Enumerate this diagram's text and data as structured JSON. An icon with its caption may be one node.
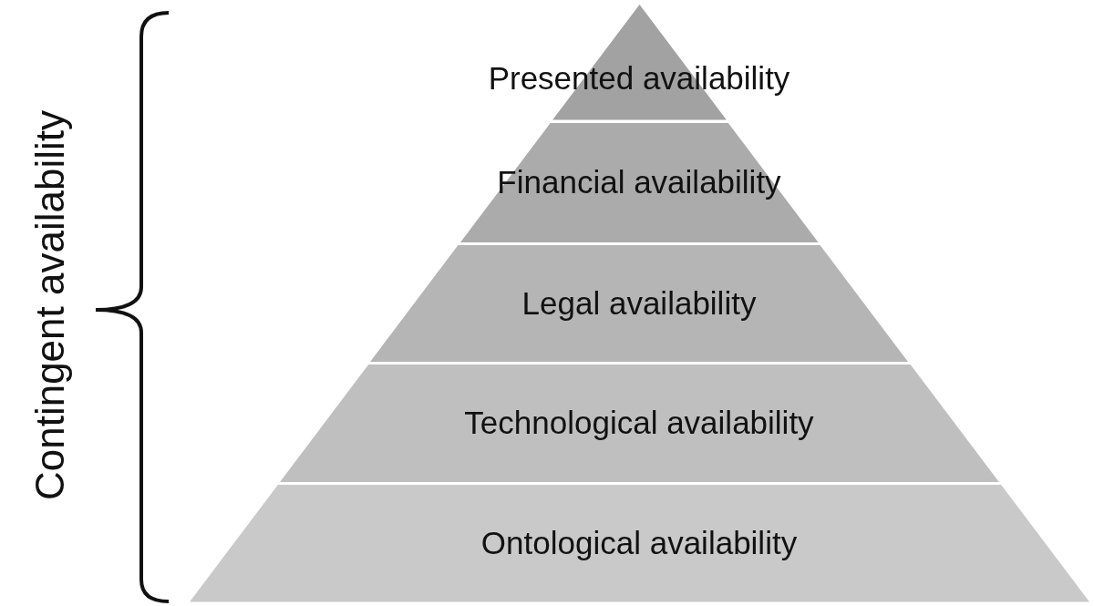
{
  "diagram": {
    "nodes": [
      {
        "text": [
          "Presented availability"
        ]
      },
      {
        "text": [
          "Financial availability"
        ]
      },
      {
        "text": [
          "Legal availability"
        ]
      },
      {
        "text": [
          "Technological availability"
        ]
      },
      {
        "text": [
          "Ontological availability"
        ]
      }
    ],
    "labels": [
      "Contingent availability"
    ]
  }
}
